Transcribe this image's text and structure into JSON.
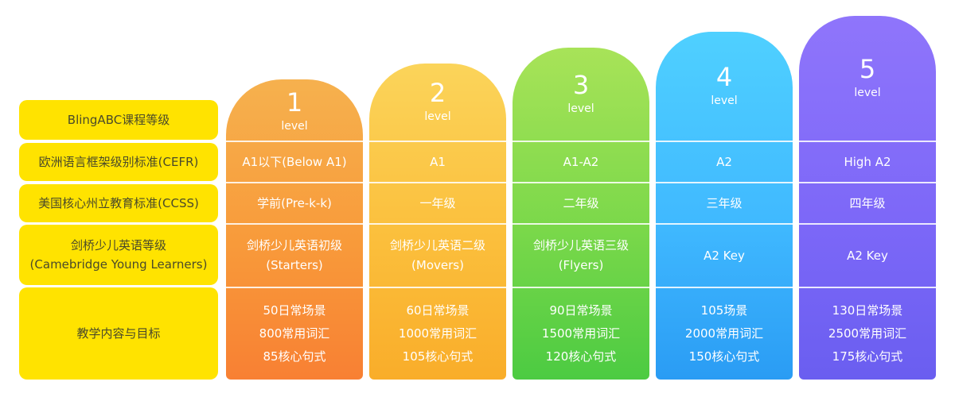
{
  "rows": [
    {
      "label": [
        "BlingABC课程等级"
      ]
    },
    {
      "label": [
        "欧洲语言框架级别标准(CEFR)"
      ]
    },
    {
      "label": [
        "美国核心州立教育标准(CCSS)"
      ]
    },
    {
      "label": [
        "剑桥少儿英语等级",
        "(Camebridge Young Learners)"
      ]
    },
    {
      "label": [
        "教学内容与目标"
      ]
    }
  ],
  "columns": [
    {
      "number": "1",
      "level_word": "level",
      "cefr": "A1以下(Below A1)",
      "ccss": "学前(Pre-k-k)",
      "cambridge": [
        "剑桥少儿英语初级",
        "(Starters)"
      ],
      "content": [
        "50日常场景",
        "800常用词汇",
        "85核心句式"
      ],
      "colors": [
        "#f6b14e",
        "#f88033"
      ]
    },
    {
      "number": "2",
      "level_word": "level",
      "cefr": "A1",
      "ccss": "一年级",
      "cambridge": [
        "剑桥少儿英语二级",
        "(Movers)"
      ],
      "content": [
        "60日常场景",
        "1000常用词汇",
        "105核心句式"
      ],
      "colors": [
        "#fbd45a",
        "#f9ad2a"
      ]
    },
    {
      "number": "3",
      "level_word": "level",
      "cefr": "A1-A2",
      "ccss": "二年级",
      "cambridge": [
        "剑桥少儿英语三级",
        "(Flyers)"
      ],
      "content": [
        "90日常场景",
        "1500常用词汇",
        "120核心句式"
      ],
      "colors": [
        "#a8e358",
        "#4ccb42"
      ]
    },
    {
      "number": "4",
      "level_word": "level",
      "cefr": "A2",
      "ccss": "三年级",
      "cambridge": [
        "A2 Key"
      ],
      "content": [
        "105场景",
        "2000常用词汇",
        "150核心句式"
      ],
      "colors": [
        "#4fd0ff",
        "#2a9cf4"
      ]
    },
    {
      "number": "5",
      "level_word": "level",
      "cefr": "High A2",
      "ccss": "四年级",
      "cambridge": [
        "A2 Key"
      ],
      "content": [
        "130日常场景",
        "2500常用词汇",
        "175核心句式"
      ],
      "colors": [
        "#8f75fb",
        "#6a5ef0"
      ]
    }
  ],
  "label_color": "#ffe300"
}
